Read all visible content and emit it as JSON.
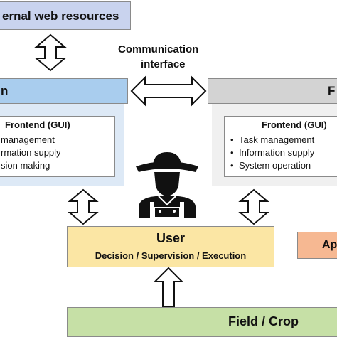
{
  "external": {
    "label": "ernal web resources"
  },
  "comm": {
    "line1": "Communication",
    "line2": "interface"
  },
  "left_system": {
    "header": "n",
    "frontend_title": "Frontend (GUI)",
    "items": [
      "management",
      "rmation supply",
      "sion making"
    ]
  },
  "right_system": {
    "header": "F",
    "frontend_title": "Frontend (GUI)",
    "items": [
      "Task management",
      "Information supply",
      "System operation"
    ]
  },
  "user": {
    "title": "User",
    "subtitle": "Decision / Supervision / Execution"
  },
  "app": {
    "label": "Ap"
  },
  "field": {
    "label": "Field / Crop"
  },
  "icons": {
    "user_icon": "farmer-icon"
  },
  "colors": {
    "external_fill": "#c9d3ee",
    "blue_header": "#a9cdee",
    "blue_panel": "#dde9f6",
    "gray_header": "#d3d3d3",
    "gray_panel": "#f0f0f0",
    "user_fill": "#fbe6a4",
    "app_fill": "#f6b892",
    "field_fill": "#c6e0a6"
  }
}
